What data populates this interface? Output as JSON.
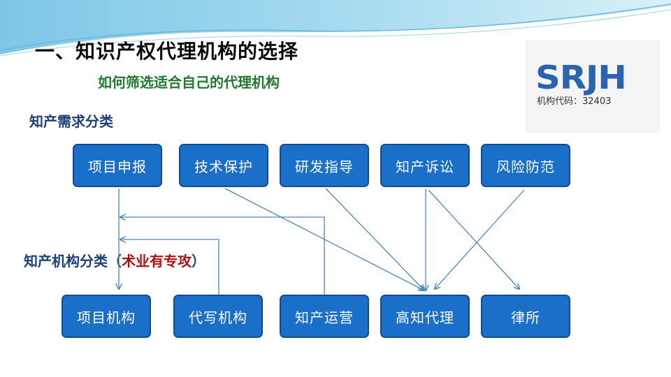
{
  "slide": {
    "title": "一、知识产权代理机构的选择",
    "subtitle": "如何筛选适合自己的代理机构"
  },
  "logo": {
    "mark": "SRJH",
    "code": "机构代码：32403"
  },
  "sections": {
    "demand": "知产需求分类",
    "org_prefix": "知产机构分类（",
    "org_highlight": "术业有专攻",
    "org_suffix": "）"
  },
  "demands": [
    "项目申报",
    "技术保护",
    "研发指导",
    "知产诉讼",
    "风险防范"
  ],
  "agencies": [
    "项目机构",
    "代写机构",
    "知产运营",
    "高知代理",
    "律所"
  ],
  "colors": {
    "box_fill": "#1a6fc8",
    "box_border": "#0f4c96",
    "arrow": "#4a86c5",
    "title": "#0a0a0a",
    "subtitle": "#1f7a2c",
    "section": "#1e3f7a",
    "highlight": "#b01010",
    "logo": "#2a63b0"
  }
}
